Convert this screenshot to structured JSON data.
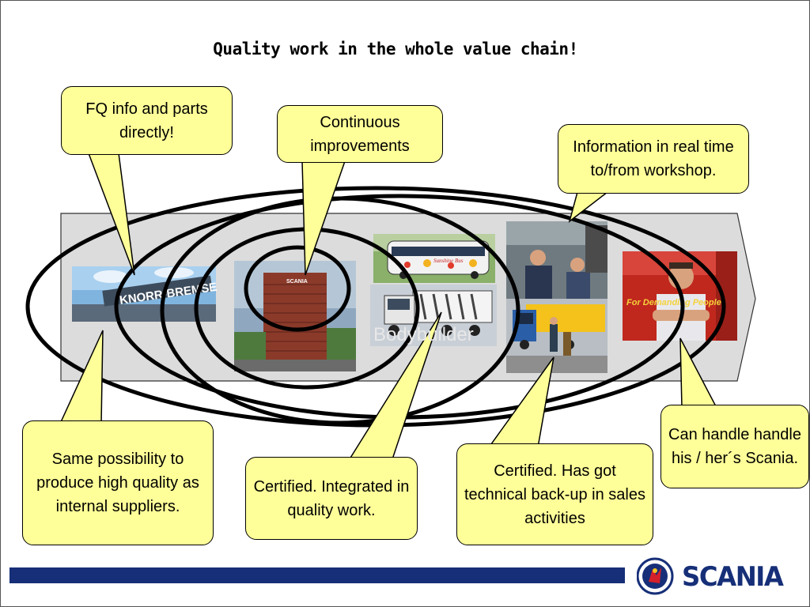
{
  "title": "Quality work in the whole value chain!",
  "callouts": {
    "fq_info": "FQ info and parts directly!",
    "continuous": "Continuous improvements",
    "information": "Information in real time to/from workshop.",
    "same_possibility": "Same possibility to produce high quality as internal suppliers.",
    "certified_integrated": "Certified. Integrated in quality work.",
    "certified_backup": "Certified. Has got technical  back-up in sales activities",
    "can_handle": "Can handle handle his / her´s Scania."
  },
  "photos": {
    "bodybuilder_label": "Bodybuilder",
    "scania_sign": "SCANIA",
    "supplier_sign": "KNORR-BREMSE",
    "bus_text": "Sunshine Bus",
    "demanding_text": "For Demanding People"
  },
  "footer": {
    "logo_text": "SCANIA",
    "bar_color": "#162f78"
  },
  "colors": {
    "callout_fill": "#ffff99",
    "arrow_fill": "#dcdcdc"
  }
}
